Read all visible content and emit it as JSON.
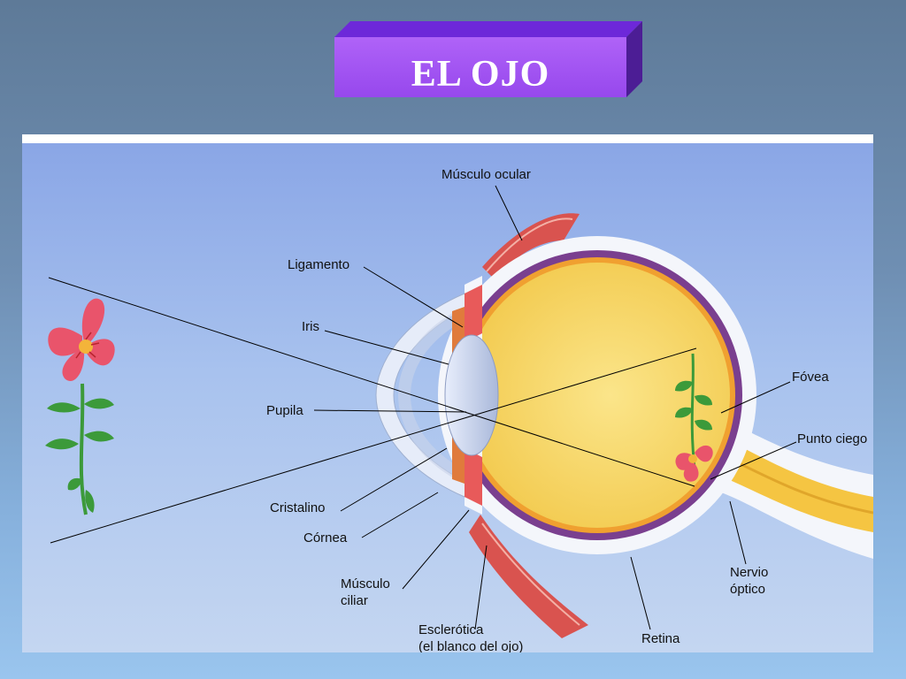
{
  "title": "EL OJO",
  "colors": {
    "title_face": "#a855f7",
    "title_top": "#6d28d9",
    "title_side": "#4c1d95",
    "vitreous": "#f8d86a",
    "sclera": "#f4f6fb",
    "choroid": "#7a3f8f",
    "retina": "#f0a030",
    "muscle": "#d9534f",
    "optic_nerve": "#f5c542"
  },
  "labels": {
    "musculo_ocular": "Músculo ocular",
    "ligamento": "Ligamento",
    "iris": "Iris",
    "pupila": "Pupila",
    "cristalino": "Cristalino",
    "cornea": "Córnea",
    "musculo_ciliar_1": "Músculo",
    "musculo_ciliar_2": "ciliar",
    "esclerotica_1": "Esclerótica",
    "esclerotica_2": "(el blanco del ojo)",
    "retina": "Retina",
    "nervio_1": "Nervio",
    "nervio_2": "óptico",
    "fovea": "Fóvea",
    "punto_ciego": "Punto ciego"
  },
  "icons": [
    "flower-object-icon",
    "flower-retinal-image-icon"
  ]
}
